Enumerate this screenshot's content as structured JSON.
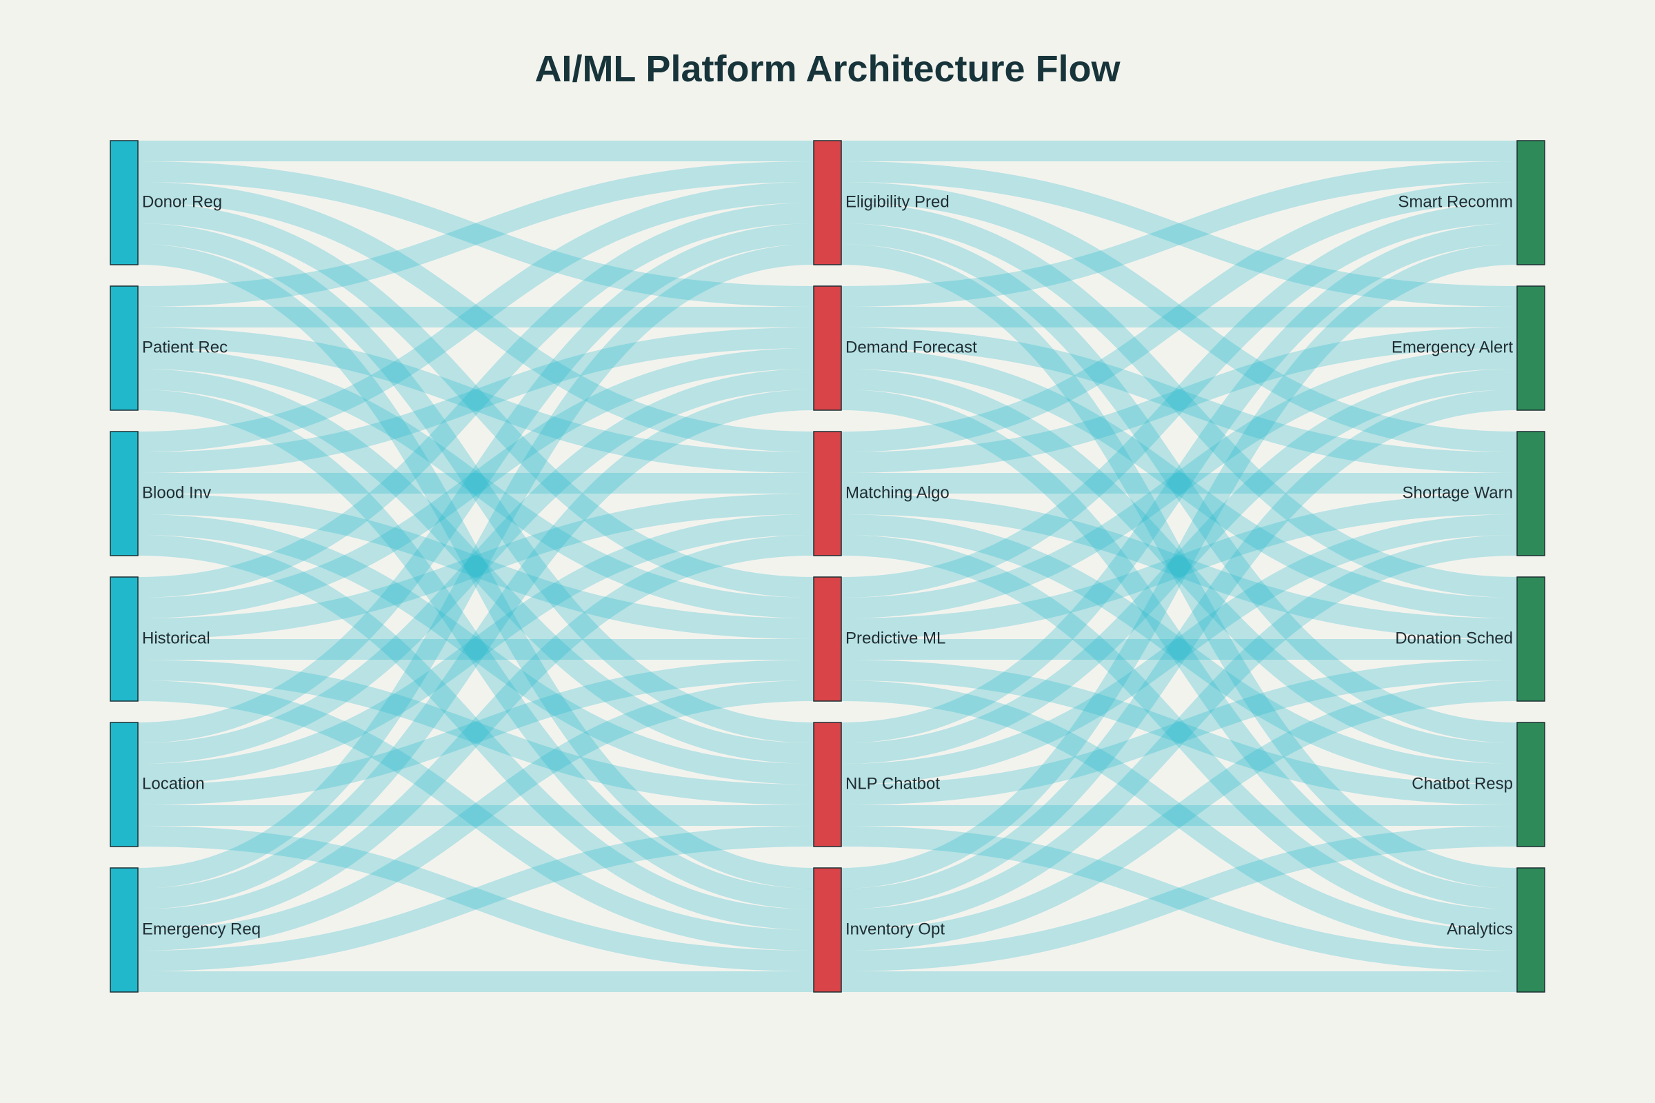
{
  "title": "AI/ML Platform Architecture Flow",
  "colors": {
    "background": "#f3f3ee",
    "title": "#17343a",
    "source_node": "#21b8cc",
    "process_node": "#d84448",
    "output_node": "#2e8a59",
    "link": "#21b8cc"
  },
  "chart_data": {
    "type": "sankey",
    "title": "AI/ML Platform Architecture Flow",
    "columns": [
      {
        "role": "source",
        "color": "#21b8cc",
        "nodes": [
          "Donor Reg",
          "Patient Rec",
          "Blood Inv",
          "Historical",
          "Location",
          "Emergency Req"
        ]
      },
      {
        "role": "process",
        "color": "#d84448",
        "nodes": [
          "Eligibility Pred",
          "Demand Forecast",
          "Matching Algo",
          "Predictive ML",
          "NLP Chatbot",
          "Inventory Opt"
        ]
      },
      {
        "role": "output",
        "color": "#2e8a59",
        "nodes": [
          "Smart Recomm",
          "Emergency Alert",
          "Shortage Warn",
          "Donation Sched",
          "Chatbot Resp",
          "Analytics"
        ]
      }
    ],
    "link_pattern": "each node in one column flows to every node in the next column",
    "link_value": 1,
    "links": [
      {
        "source": "Donor Reg",
        "target": "Eligibility Pred",
        "value": 1
      },
      {
        "source": "Donor Reg",
        "target": "Demand Forecast",
        "value": 1
      },
      {
        "source": "Donor Reg",
        "target": "Matching Algo",
        "value": 1
      },
      {
        "source": "Donor Reg",
        "target": "Predictive ML",
        "value": 1
      },
      {
        "source": "Donor Reg",
        "target": "NLP Chatbot",
        "value": 1
      },
      {
        "source": "Donor Reg",
        "target": "Inventory Opt",
        "value": 1
      },
      {
        "source": "Patient Rec",
        "target": "Eligibility Pred",
        "value": 1
      },
      {
        "source": "Patient Rec",
        "target": "Demand Forecast",
        "value": 1
      },
      {
        "source": "Patient Rec",
        "target": "Matching Algo",
        "value": 1
      },
      {
        "source": "Patient Rec",
        "target": "Predictive ML",
        "value": 1
      },
      {
        "source": "Patient Rec",
        "target": "NLP Chatbot",
        "value": 1
      },
      {
        "source": "Patient Rec",
        "target": "Inventory Opt",
        "value": 1
      },
      {
        "source": "Blood Inv",
        "target": "Eligibility Pred",
        "value": 1
      },
      {
        "source": "Blood Inv",
        "target": "Demand Forecast",
        "value": 1
      },
      {
        "source": "Blood Inv",
        "target": "Matching Algo",
        "value": 1
      },
      {
        "source": "Blood Inv",
        "target": "Predictive ML",
        "value": 1
      },
      {
        "source": "Blood Inv",
        "target": "NLP Chatbot",
        "value": 1
      },
      {
        "source": "Blood Inv",
        "target": "Inventory Opt",
        "value": 1
      },
      {
        "source": "Historical",
        "target": "Eligibility Pred",
        "value": 1
      },
      {
        "source": "Historical",
        "target": "Demand Forecast",
        "value": 1
      },
      {
        "source": "Historical",
        "target": "Matching Algo",
        "value": 1
      },
      {
        "source": "Historical",
        "target": "Predictive ML",
        "value": 1
      },
      {
        "source": "Historical",
        "target": "NLP Chatbot",
        "value": 1
      },
      {
        "source": "Historical",
        "target": "Inventory Opt",
        "value": 1
      },
      {
        "source": "Location",
        "target": "Eligibility Pred",
        "value": 1
      },
      {
        "source": "Location",
        "target": "Demand Forecast",
        "value": 1
      },
      {
        "source": "Location",
        "target": "Matching Algo",
        "value": 1
      },
      {
        "source": "Location",
        "target": "Predictive ML",
        "value": 1
      },
      {
        "source": "Location",
        "target": "NLP Chatbot",
        "value": 1
      },
      {
        "source": "Location",
        "target": "Inventory Opt",
        "value": 1
      },
      {
        "source": "Emergency Req",
        "target": "Eligibility Pred",
        "value": 1
      },
      {
        "source": "Emergency Req",
        "target": "Demand Forecast",
        "value": 1
      },
      {
        "source": "Emergency Req",
        "target": "Matching Algo",
        "value": 1
      },
      {
        "source": "Emergency Req",
        "target": "Predictive ML",
        "value": 1
      },
      {
        "source": "Emergency Req",
        "target": "NLP Chatbot",
        "value": 1
      },
      {
        "source": "Emergency Req",
        "target": "Inventory Opt",
        "value": 1
      },
      {
        "source": "Eligibility Pred",
        "target": "Smart Recomm",
        "value": 1
      },
      {
        "source": "Eligibility Pred",
        "target": "Emergency Alert",
        "value": 1
      },
      {
        "source": "Eligibility Pred",
        "target": "Shortage Warn",
        "value": 1
      },
      {
        "source": "Eligibility Pred",
        "target": "Donation Sched",
        "value": 1
      },
      {
        "source": "Eligibility Pred",
        "target": "Chatbot Resp",
        "value": 1
      },
      {
        "source": "Eligibility Pred",
        "target": "Analytics",
        "value": 1
      },
      {
        "source": "Demand Forecast",
        "target": "Smart Recomm",
        "value": 1
      },
      {
        "source": "Demand Forecast",
        "target": "Emergency Alert",
        "value": 1
      },
      {
        "source": "Demand Forecast",
        "target": "Shortage Warn",
        "value": 1
      },
      {
        "source": "Demand Forecast",
        "target": "Donation Sched",
        "value": 1
      },
      {
        "source": "Demand Forecast",
        "target": "Chatbot Resp",
        "value": 1
      },
      {
        "source": "Demand Forecast",
        "target": "Analytics",
        "value": 1
      },
      {
        "source": "Matching Algo",
        "target": "Smart Recomm",
        "value": 1
      },
      {
        "source": "Matching Algo",
        "target": "Emergency Alert",
        "value": 1
      },
      {
        "source": "Matching Algo",
        "target": "Shortage Warn",
        "value": 1
      },
      {
        "source": "Matching Algo",
        "target": "Donation Sched",
        "value": 1
      },
      {
        "source": "Matching Algo",
        "target": "Chatbot Resp",
        "value": 1
      },
      {
        "source": "Matching Algo",
        "target": "Analytics",
        "value": 1
      },
      {
        "source": "Predictive ML",
        "target": "Smart Recomm",
        "value": 1
      },
      {
        "source": "Predictive ML",
        "target": "Emergency Alert",
        "value": 1
      },
      {
        "source": "Predictive ML",
        "target": "Shortage Warn",
        "value": 1
      },
      {
        "source": "Predictive ML",
        "target": "Donation Sched",
        "value": 1
      },
      {
        "source": "Predictive ML",
        "target": "Chatbot Resp",
        "value": 1
      },
      {
        "source": "Predictive ML",
        "target": "Analytics",
        "value": 1
      },
      {
        "source": "NLP Chatbot",
        "target": "Smart Recomm",
        "value": 1
      },
      {
        "source": "NLP Chatbot",
        "target": "Emergency Alert",
        "value": 1
      },
      {
        "source": "NLP Chatbot",
        "target": "Shortage Warn",
        "value": 1
      },
      {
        "source": "NLP Chatbot",
        "target": "Donation Sched",
        "value": 1
      },
      {
        "source": "NLP Chatbot",
        "target": "Chatbot Resp",
        "value": 1
      },
      {
        "source": "NLP Chatbot",
        "target": "Analytics",
        "value": 1
      },
      {
        "source": "Inventory Opt",
        "target": "Smart Recomm",
        "value": 1
      },
      {
        "source": "Inventory Opt",
        "target": "Emergency Alert",
        "value": 1
      },
      {
        "source": "Inventory Opt",
        "target": "Shortage Warn",
        "value": 1
      },
      {
        "source": "Inventory Opt",
        "target": "Donation Sched",
        "value": 1
      },
      {
        "source": "Inventory Opt",
        "target": "Chatbot Resp",
        "value": 1
      },
      {
        "source": "Inventory Opt",
        "target": "Analytics",
        "value": 1
      }
    ]
  }
}
